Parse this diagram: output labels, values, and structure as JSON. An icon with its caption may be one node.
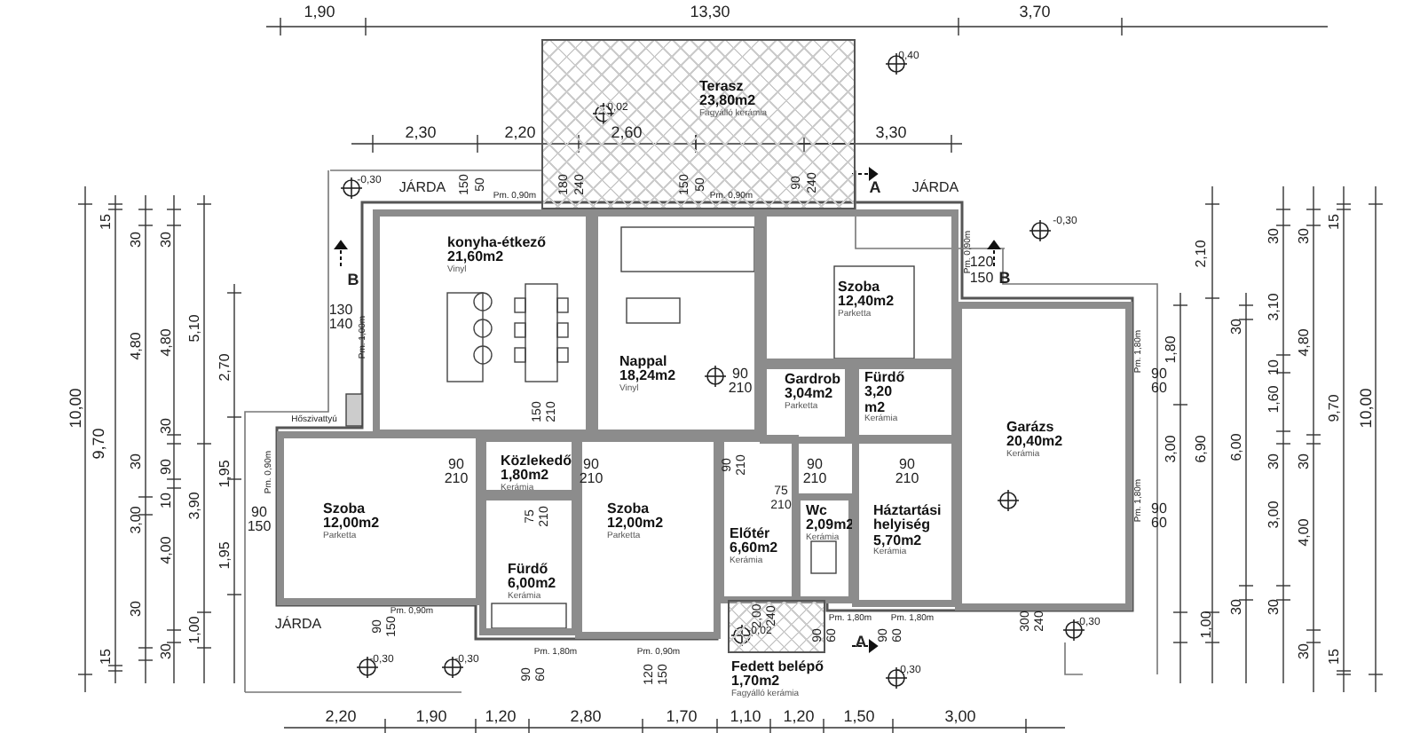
{
  "diagram": {
    "nodes": [
      {
        "text": [
          "Terasz",
          "23,80m2",
          "Fagyálló kerámia"
        ]
      },
      {
        "text": [
          "konyha-étkező",
          "21,60m2",
          "Vinyl"
        ]
      },
      {
        "text": [
          "Nappal",
          "18,24m2",
          "Vinyl"
        ]
      },
      {
        "text": [
          "Szoba",
          "12,40m2",
          "Parketta"
        ]
      },
      {
        "text": [
          "Gardrob",
          "3,04m2",
          "Parketta"
        ]
      },
      {
        "text": [
          "Fürdő",
          "3,20 m2",
          "Kerámia"
        ]
      },
      {
        "text": [
          "Garázs",
          "20,40m2",
          "Kerámia"
        ]
      },
      {
        "text": [
          "Szoba",
          "12,00m2",
          "Parketta"
        ]
      },
      {
        "text": [
          "Közlekedő",
          "1,80m2",
          "Kerámia"
        ]
      },
      {
        "text": [
          "Fürdő",
          "6,00m2",
          "Kerámia"
        ]
      },
      {
        "text": [
          "Szoba",
          "12,00m2",
          "Parketta"
        ]
      },
      {
        "text": [
          "Előtér",
          "6,60m2",
          "Kerámia"
        ]
      },
      {
        "text": [
          "Wc",
          "2,09m2",
          "Kerámia"
        ]
      },
      {
        "text": [
          "Háztartási helyiség",
          "5,70m2",
          "Kerámia"
        ]
      },
      {
        "text": [
          "Fedett belépő",
          "1,70m2",
          "Fagyálló kerámia"
        ]
      }
    ],
    "labels": [
      "1,90",
      "13,30",
      "3,70",
      "0,40",
      "0,02",
      "2,30",
      "2,20",
      "2,60",
      "3,30",
      "-0,30",
      "JÁRDA",
      "150",
      "50",
      "Pm. 0,90m",
      "180",
      "240",
      "150",
      "50",
      "Pm. 0,90m",
      "90",
      "240",
      "A",
      "JÁRDA",
      "-0,30",
      "Pm. 0,90m",
      "B",
      "120",
      "150",
      "B",
      "130",
      "140",
      "Pm. 1,00m",
      "Hőszivattyú",
      "150",
      "210",
      "90",
      "210",
      "90",
      "210",
      "90",
      "210",
      "90",
      "210",
      "90",
      "210",
      "90",
      "210",
      "Pm. 0,90m",
      "90",
      "150",
      "75",
      "210",
      "75",
      "210",
      "Pm. 1,80m",
      "90",
      "60",
      "Pm. 1,80m",
      "90",
      "60",
      "Pm. 0,90m",
      "90",
      "150",
      "JÁRDA",
      "Pm. 1,80m",
      "Pm. 0,90m",
      "2,00",
      "240",
      "Pm. 1,80m",
      "Pm. 1,80m",
      "90",
      "60",
      "A",
      "90",
      "60",
      "300",
      "240",
      "-0,30",
      "-0,30",
      "90",
      "60",
      "120",
      "150",
      "-0,02",
      "-0,30",
      "-0,30",
      "2,20",
      "1,90",
      "1,20",
      "2,80",
      "1,70",
      "1,10",
      "1,20",
      "1,50",
      "3,00",
      "10,00",
      "9,70",
      "15",
      "30",
      "4,80",
      "30",
      "3,00",
      "30",
      "30",
      "4,80",
      "30",
      "90",
      "10",
      "4,00",
      "30",
      "5,10",
      "3,90",
      "1,00",
      "15",
      "2,70",
      "1,95",
      "1,95",
      "2,10",
      "1,80",
      "3,00",
      "1,00",
      "6,90",
      "30",
      "6,00",
      "30",
      "30",
      "3,10",
      "10",
      "1,60",
      "30",
      "3,00",
      "30",
      "30",
      "4,80",
      "30",
      "4,00",
      "30",
      "15",
      "9,70",
      "15",
      "10,00"
    ]
  }
}
